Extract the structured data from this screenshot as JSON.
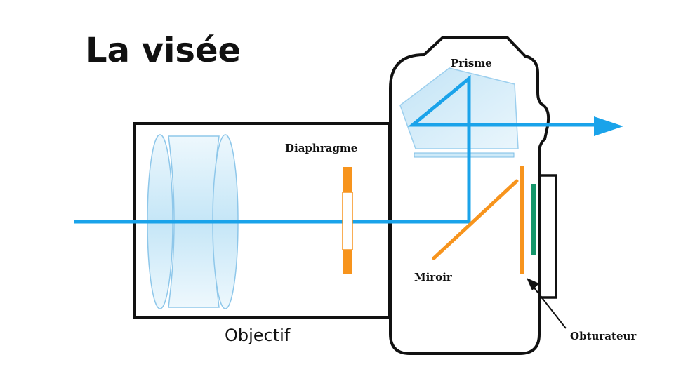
{
  "title": "La visée",
  "labels": {
    "prism": "Prisme",
    "diaphragm": "Diaphragme",
    "mirror": "Miroir",
    "lens": "Objectif",
    "shutter": "Obturateur"
  },
  "colors": {
    "ray": "#1aa3ea",
    "orange": "#f7941d",
    "green": "#14966a",
    "outline": "#111111",
    "glass": "#cfeaf8",
    "glass_edge": "#9ccfee"
  }
}
